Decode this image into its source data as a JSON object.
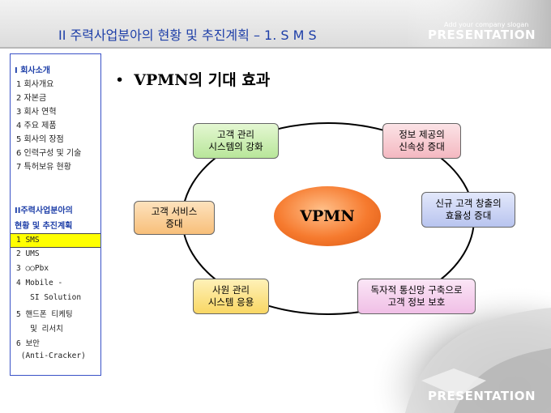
{
  "header": {
    "title": "II 주력사업분아의 현황 및 추진계획 – 1. S M S",
    "slogan": "Add your company slogan",
    "brand": "PRESENTATION"
  },
  "sidebar": {
    "section1_title": "I 회사소개",
    "section1_items": [
      "1 회사개요",
      "2 자본금",
      "3 회사 연혁",
      "4 주요 제품",
      "5 회사의 장점",
      "6 인력구성 및 기술",
      "7 특허보유 현황"
    ],
    "section2_title_lines": [
      "II주력사업분아의",
      "현황 및 추진계획"
    ],
    "section2_items": [
      "1 SMS",
      "2 UMS",
      "3 ○○Pbx",
      "4 Mobile -",
      "   SI Solution",
      "5 핸드폰 티케팅",
      "   및 리서치",
      "6 보안",
      " (Anti-Cracker)"
    ],
    "active_index": 0
  },
  "main": {
    "bullet": "•",
    "heading": "VPMN의 기대 효과"
  },
  "diagram": {
    "center": "VPMN",
    "nodes": [
      {
        "lines": [
          "고객 관리",
          "시스템의 강화"
        ],
        "color": "green"
      },
      {
        "lines": [
          "정보 제공의",
          "신속성 증대"
        ],
        "color": "pink"
      },
      {
        "lines": [
          "신규 고객 창출의",
          "효율성 증대"
        ],
        "color": "blue"
      },
      {
        "lines": [
          "고객 서비스",
          "증대"
        ],
        "color": "orange"
      },
      {
        "lines": [
          "사원 관리",
          "시스템 응용"
        ],
        "color": "yellow"
      },
      {
        "lines": [
          "독자적 통신망 구축으로",
          "고객 정보 보호"
        ],
        "color": "violet"
      }
    ]
  }
}
